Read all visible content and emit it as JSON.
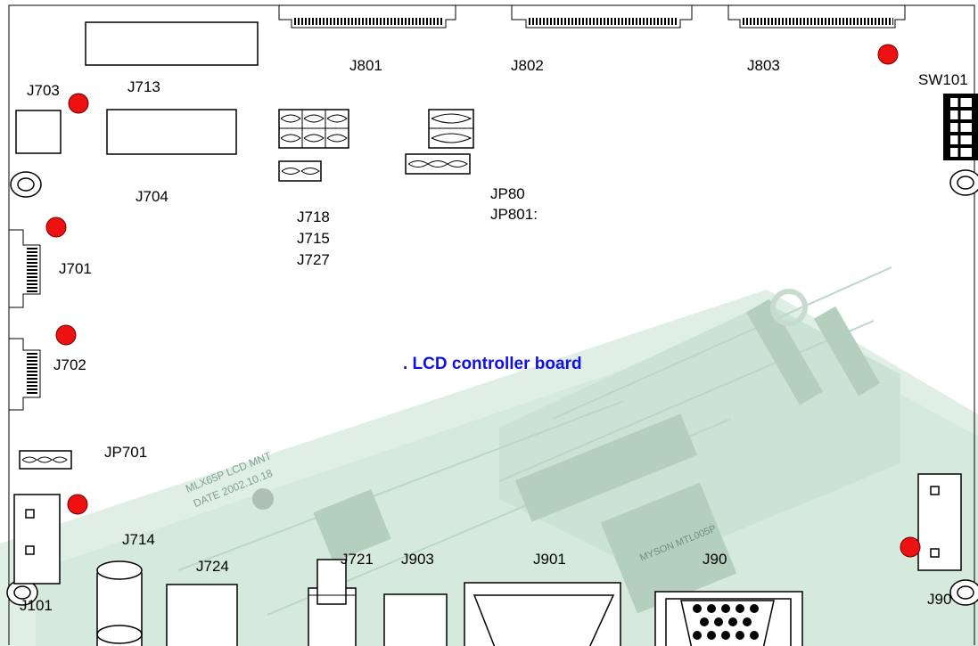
{
  "title": ". LCD controller board",
  "labels": {
    "j801": "J801",
    "j802": "J802",
    "j803": "J803",
    "j713": "J713",
    "j703": "J703",
    "sw101": "SW101",
    "j704": "J704",
    "jp80": "JP80",
    "jp801": "JP801:",
    "j718": "J718",
    "j715": "J715",
    "j727": "J727",
    "j701": "J701",
    "j702": "J702",
    "jp701": "JP701",
    "j714": "J714",
    "j724": "J724",
    "j721": "J721",
    "j903": "J903",
    "j901": "J901",
    "j90_top": "J90",
    "j101": "J101",
    "j90_bottom": "J90"
  },
  "pcb_silkscreen": {
    "model": "MLX65P LCD MNT",
    "date": "DATE 2002.10.18",
    "chip": "MYSON MTL005P"
  },
  "colors": {
    "marker": "#ee1111",
    "title": "#1010e0",
    "board_outline": "#000000",
    "pcb_tint": "#cfe6d8"
  }
}
